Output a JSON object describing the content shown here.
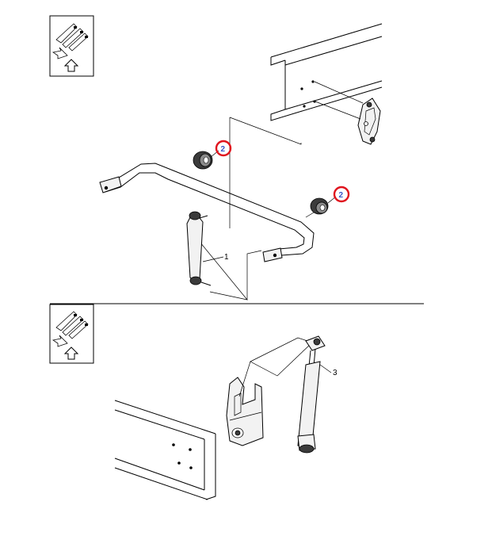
{
  "callouts": {
    "stabilizer_link": "1",
    "bushing_upper": "2",
    "bushing_lower": "2",
    "shock_absorber": "3"
  },
  "icons": {
    "top_view": "view-orientation-icon",
    "bottom_view": "view-orientation-icon"
  },
  "colors": {
    "highlight_ring": "#e0141e",
    "highlight_text": "#3a56c8",
    "line_art": "#000000"
  }
}
